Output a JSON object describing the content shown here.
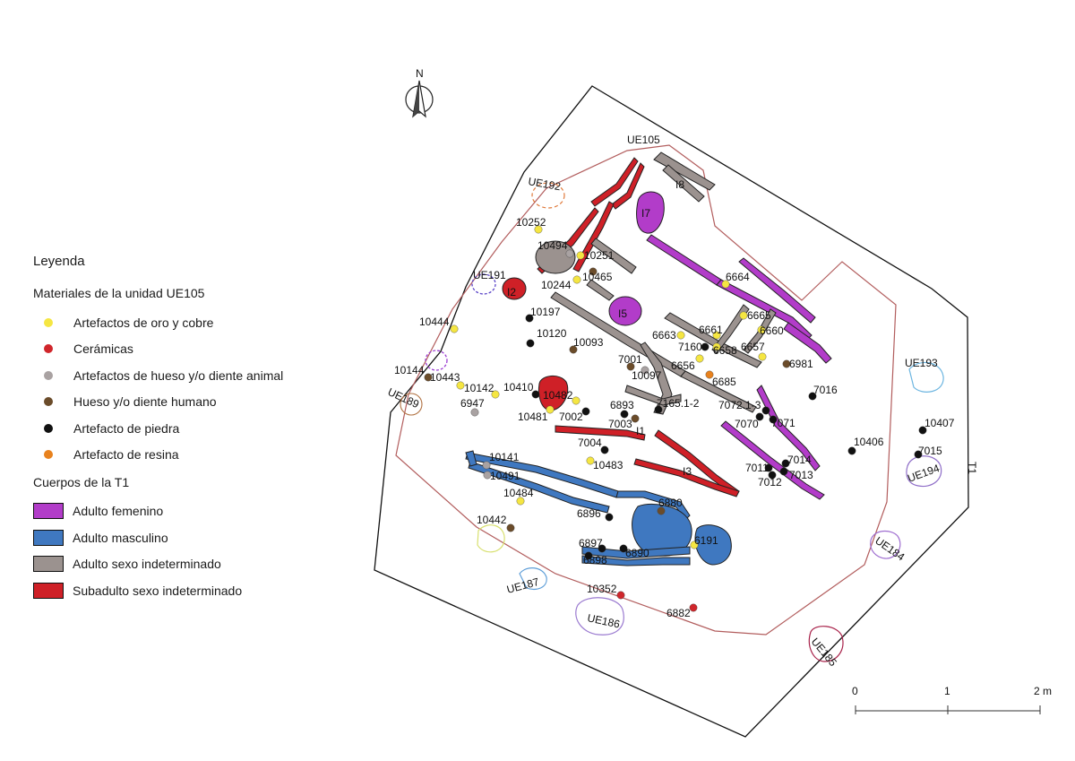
{
  "legend": {
    "title": "Leyenda",
    "materials_title": "Materiales de la unidad UE105",
    "materials": [
      {
        "label": "Artefactos de oro y cobre",
        "color": "#f5e642"
      },
      {
        "label": "Cerámicas",
        "color": "#d0262b"
      },
      {
        "label": "Artefactos de hueso y/o diente animal",
        "color": "#a9a2a2"
      },
      {
        "label": "Hueso y/o diente humano",
        "color": "#6b4c2a"
      },
      {
        "label": "Artefacto de piedra",
        "color": "#111111"
      },
      {
        "label": "Artefacto de resina",
        "color": "#e8821e"
      }
    ],
    "bodies_title": "Cuerpos de la T1",
    "bodies": [
      {
        "label": "Adulto femenino",
        "color": "#b23cc9"
      },
      {
        "label": "Adulto masculino",
        "color": "#3f78c0"
      },
      {
        "label": "Adulto sexo indeterminado",
        "color": "#9b928f"
      },
      {
        "label": "Subadulto sexo indeterminado",
        "color": "#cf2027"
      }
    ]
  },
  "north": "N",
  "map": {
    "tomb_label": "T1",
    "unit_label": "UE105",
    "individual_labels": [
      "I1",
      "I2",
      "I3",
      "I5",
      "I7",
      "I8"
    ],
    "features": [
      "UE192",
      "UE191",
      "UE189",
      "UE193",
      "UE194",
      "UE184",
      "UE185",
      "UE186",
      "UE187"
    ],
    "finds": [
      {
        "id": "10252",
        "type": "gold"
      },
      {
        "id": "10494",
        "type": "bone_animal"
      },
      {
        "id": "10251",
        "type": "gold"
      },
      {
        "id": "10465",
        "type": "bone_human"
      },
      {
        "id": "10244",
        "type": "gold"
      },
      {
        "id": "10197",
        "type": "stone"
      },
      {
        "id": "10120",
        "type": "stone"
      },
      {
        "id": "10093",
        "type": "bone_human"
      },
      {
        "id": "10444",
        "type": "gold"
      },
      {
        "id": "10144",
        "type": "bone_human"
      },
      {
        "id": "10443",
        "type": "gold"
      },
      {
        "id": "10142",
        "type": "gold"
      },
      {
        "id": "10410",
        "type": "stone"
      },
      {
        "id": "10482",
        "type": "gold"
      },
      {
        "id": "6947",
        "type": "bone_animal"
      },
      {
        "id": "10481",
        "type": "gold"
      },
      {
        "id": "7002",
        "type": "stone"
      },
      {
        "id": "6893",
        "type": "stone"
      },
      {
        "id": "7001",
        "type": "bone_human"
      },
      {
        "id": "10097",
        "type": "bone_animal"
      },
      {
        "id": "7003",
        "type": "bone_human"
      },
      {
        "id": "7004",
        "type": "stone"
      },
      {
        "id": "10483",
        "type": "gold"
      },
      {
        "id": "10141",
        "type": "bone_animal"
      },
      {
        "id": "10491",
        "type": "bone_animal"
      },
      {
        "id": "10484",
        "type": "gold"
      },
      {
        "id": "10442",
        "type": "bone_human"
      },
      {
        "id": "6896",
        "type": "stone"
      },
      {
        "id": "6897",
        "type": "stone"
      },
      {
        "id": "6898",
        "type": "stone"
      },
      {
        "id": "6880",
        "type": "bone_human"
      },
      {
        "id": "6191",
        "type": "gold"
      },
      {
        "id": "6890",
        "type": "stone"
      },
      {
        "id": "10352",
        "type": "ceramic"
      },
      {
        "id": "6882",
        "type": "ceramic"
      },
      {
        "id": "6664",
        "type": "gold"
      },
      {
        "id": "6663",
        "type": "gold"
      },
      {
        "id": "6661",
        "type": "gold"
      },
      {
        "id": "6665",
        "type": "gold"
      },
      {
        "id": "6660",
        "type": "gold"
      },
      {
        "id": "7160",
        "type": "stone"
      },
      {
        "id": "6658",
        "type": "gold"
      },
      {
        "id": "6657",
        "type": "gold"
      },
      {
        "id": "6981",
        "type": "bone_human"
      },
      {
        "id": "6656",
        "type": "gold"
      },
      {
        "id": "6685",
        "type": "resin"
      },
      {
        "id": "7165.1-2",
        "type": "stone"
      },
      {
        "id": "7072.1-3",
        "type": "stone"
      },
      {
        "id": "7016",
        "type": "stone"
      },
      {
        "id": "7070",
        "type": "stone"
      },
      {
        "id": "7071",
        "type": "stone"
      },
      {
        "id": "10406",
        "type": "stone"
      },
      {
        "id": "10407",
        "type": "stone"
      },
      {
        "id": "7015",
        "type": "stone"
      },
      {
        "id": "7014",
        "type": "stone"
      },
      {
        "id": "7011",
        "type": "stone"
      },
      {
        "id": "7013",
        "type": "stone"
      },
      {
        "id": "7012",
        "type": "stone"
      }
    ],
    "scale": {
      "labels": [
        "0",
        "1",
        "2 m"
      ]
    }
  }
}
